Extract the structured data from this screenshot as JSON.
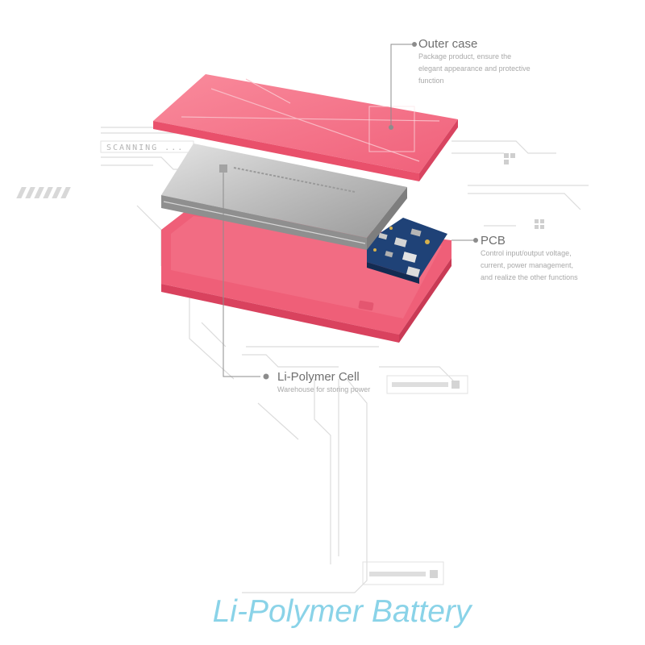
{
  "callouts": {
    "outer_case": {
      "title": "Outer case",
      "description": [
        "Package product, ensure the",
        "elegant appearance and protective",
        "function"
      ]
    },
    "pcb": {
      "title": "PCB",
      "description": [
        "Control input/output voltage,",
        "current, power management,",
        "and realize the other functions"
      ]
    },
    "cell": {
      "title": "Li-Polymer Cell",
      "description": [
        "Warehouse for storing power"
      ]
    }
  },
  "background": {
    "scanning_text": "SCANNING ..."
  },
  "main_title": "Li-Polymer Battery",
  "colors": {
    "case_pink": "#f4687f",
    "case_pink_dark": "#e24d66",
    "cell_silver": "#c9c9c9",
    "pcb_blue": "#1e3f73",
    "title_blue": "#8ad3e8",
    "line_gray": "#8c8c8c",
    "decor_gray": "#d9d9d9"
  }
}
